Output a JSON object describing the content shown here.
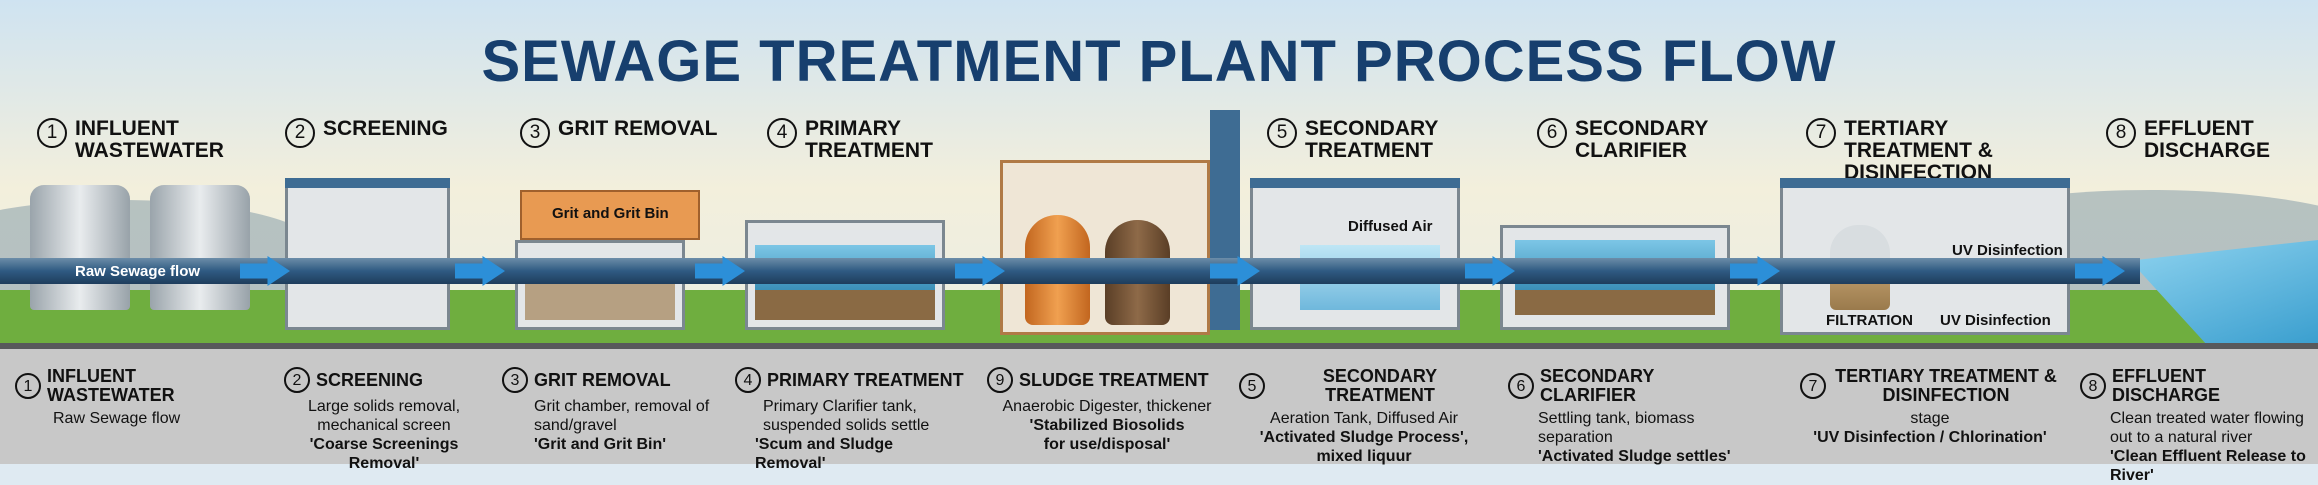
{
  "title": "SEWAGE TREATMENT PLANT PROCESS FLOW",
  "stages": [
    {
      "num": "1",
      "label": "INFLUENT WASTEWATER"
    },
    {
      "num": "2",
      "label": "SCREENING"
    },
    {
      "num": "3",
      "label": "GRIT REMOVAL"
    },
    {
      "num": "4",
      "label": "PRIMARY TREATMENT"
    },
    {
      "num": "5",
      "label": "SECONDARY TREATMENT"
    },
    {
      "num": "6",
      "label": "SECONDARY CLARIFIER"
    },
    {
      "num": "7",
      "label": "TERTIARY TREATMENT & DISINFECTION"
    },
    {
      "num": "8",
      "label": "EFFLUENT DISCHARGE"
    }
  ],
  "scene": {
    "raw_flow": "Raw Sewage flow",
    "grit_bin": "Grit and Grit Bin",
    "diffused_air": "Diffused Air",
    "uv_top": "UV Disinfection",
    "filtration": "FILTRATION",
    "uv_bottom": "UV Disinfection"
  },
  "details": [
    {
      "num": "1",
      "title": "INFLUENT WASTEWATER",
      "desc": "Raw Sewage flow",
      "quote": ""
    },
    {
      "num": "2",
      "title": "SCREENING",
      "desc": "Large solids removal, mechanical screen",
      "quote": "'Coarse Screenings Removal'"
    },
    {
      "num": "3",
      "title": "GRIT REMOVAL",
      "desc": "Grit chamber, removal of sand/gravel",
      "quote": "'Grit and Grit Bin'"
    },
    {
      "num": "4",
      "title": "PRIMARY TREATMENT",
      "desc": "Primary Clarifier tank, suspended solids settle",
      "quote": "'Scum and Sludge Removal'"
    },
    {
      "num": "9",
      "title": "SLUDGE TREATMENT",
      "desc": "Anaerobic Digester, thickener",
      "quote": "'Stabilized Biosolids for use/disposal'"
    },
    {
      "num": "5",
      "title": "SECONDARY TREATMENT",
      "desc": "Aeration Tank, Diffused Air",
      "quote": "'Activated Sludge Process', mixed liquur"
    },
    {
      "num": "6",
      "title": "SECONDARY CLARIFIER",
      "desc": "Settling tank, biomass separation",
      "quote": "'Activated Sludge settles'"
    },
    {
      "num": "7",
      "title": "TERTIARY TREATMENT & DISINFECTION",
      "desc": "stage",
      "quote": "'UV Disinfection / Chlorination'"
    },
    {
      "num": "8",
      "title": "EFFLUENT DISCHARGE",
      "desc": "Clean treated water flowing out to a natural river",
      "quote": "'Clean Effluent Release to River'"
    }
  ],
  "colors": {
    "title": "#173f6e",
    "arrow": "#2c8fd8",
    "panel": "#c8c8c8"
  }
}
